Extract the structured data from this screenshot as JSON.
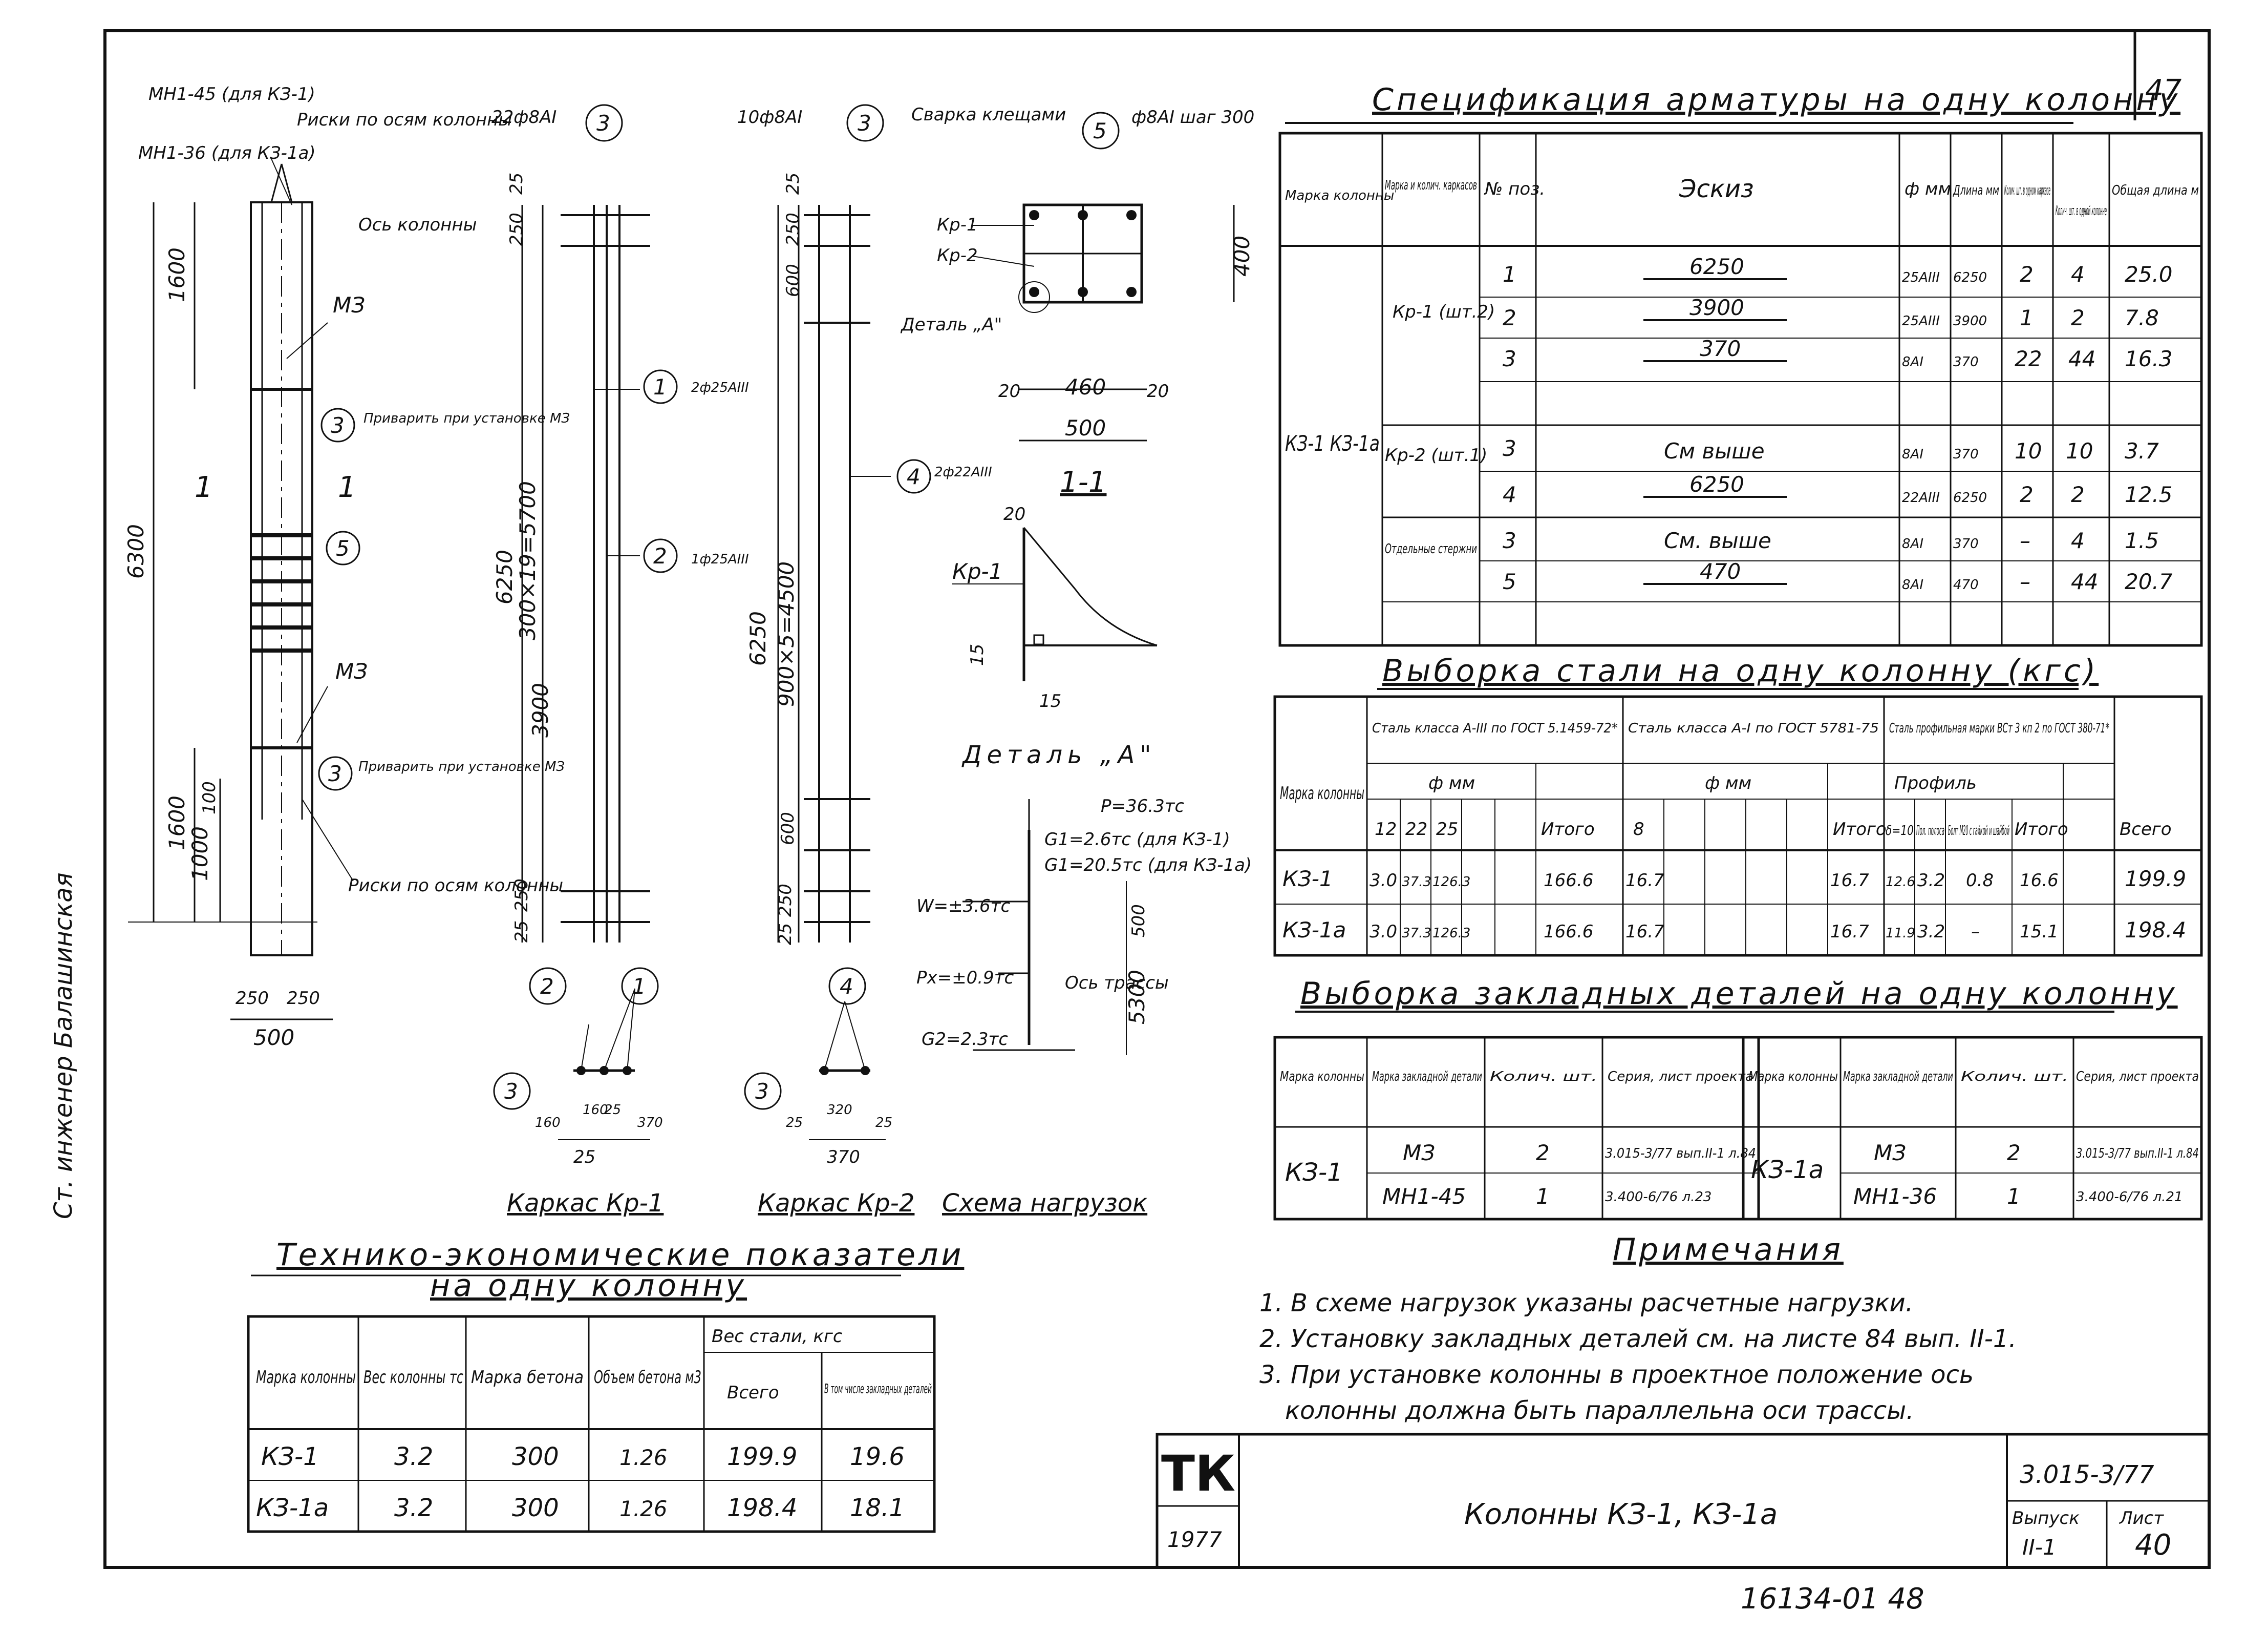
{
  "sheet_number": "47",
  "spec_table": {
    "title": "Спецификация арматуры на одну колонну",
    "headers": [
      "Марка колонны",
      "Марка и колич. каркасов",
      "№ поз.",
      "Эскиз",
      "ф мм",
      "Длина мм",
      "Колич. шт. в одном каркасе",
      "Колич. шт. в одной колонне",
      "Общая длина м"
    ],
    "column_mark": "КЗ-1 КЗ-1а",
    "rows": [
      {
        "group": "Кр-1 (шт.2)",
        "pos": "1",
        "sketch": "6250",
        "dia": "25АIII",
        "len": "6250",
        "n1": "2",
        "n2": "4",
        "total": "25.0"
      },
      {
        "group": "",
        "pos": "2",
        "sketch": "3900",
        "dia": "25АIII",
        "len": "3900",
        "n1": "1",
        "n2": "2",
        "total": "7.8"
      },
      {
        "group": "",
        "pos": "3",
        "sketch": "370",
        "dia": "8АI",
        "len": "370",
        "n1": "22",
        "n2": "44",
        "total": "16.3"
      },
      {
        "group": "Кр-2 (шт.1)",
        "pos": "3",
        "sketch": "См выше",
        "dia": "8АI",
        "len": "370",
        "n1": "10",
        "n2": "10",
        "total": "3.7"
      },
      {
        "group": "",
        "pos": "4",
        "sketch": "6250",
        "dia": "22АIII",
        "len": "6250",
        "n1": "2",
        "n2": "2",
        "total": "12.5"
      },
      {
        "group": "Отдельные стержни",
        "pos": "3",
        "sketch": "См. выше",
        "dia": "8АI",
        "len": "370",
        "n1": "–",
        "n2": "4",
        "total": "1.5"
      },
      {
        "group": "",
        "pos": "5",
        "sketch": "470",
        "dia": "8АI",
        "len": "470",
        "n1": "–",
        "n2": "44",
        "total": "20.7"
      }
    ]
  },
  "steel_table": {
    "title": "Выборка стали на одну колонну (кгс)",
    "mark_header": "Марка колонны",
    "group_a": "Сталь класса А-III по ГОСТ 5.1459-72*",
    "group_b": "Сталь класса А-I по ГОСТ 5781-75",
    "group_c": "Сталь профильная марки ВСт 3 кп 2 по ГОСТ 380-71*",
    "dia_label": "ф мм",
    "dia_label_b": "ф мм",
    "profile_label": "Профиль",
    "a_cols": [
      "12",
      "22",
      "25"
    ],
    "b_cols": [
      "8"
    ],
    "c_cols": [
      "δ=10",
      "Пол. полоса",
      "Болт М20 с гайкой и шайбой"
    ],
    "itogo": "Итого",
    "vsego": "Всего",
    "rows": [
      {
        "mark": "КЗ-1",
        "a": [
          "3.0",
          "37.3",
          "126.3"
        ],
        "a_total": "166.6",
        "b": [
          "16.7"
        ],
        "b_total": "16.7",
        "c": [
          "12.6",
          "3.2",
          "0.8"
        ],
        "c_total": "16.6",
        "total": "199.9"
      },
      {
        "mark": "КЗ-1а",
        "a": [
          "3.0",
          "37.3",
          "126.3"
        ],
        "a_total": "166.6",
        "b": [
          "16.7"
        ],
        "b_total": "16.7",
        "c": [
          "11.9",
          "3.2",
          "–"
        ],
        "c_total": "15.1",
        "total": "198.4"
      }
    ]
  },
  "embedded_table": {
    "title": "Выборка закладных деталей на одну колонну",
    "headers": [
      "Марка колонны",
      "Марка закладной детали",
      "Колич. шт.",
      "Серия, лист проекта"
    ],
    "left": {
      "mark": "КЗ-1",
      "rows": [
        {
          "detail": "МЗ",
          "qty": "2",
          "series": "3.015-3/77 вып.II-1 л.84"
        },
        {
          "detail": "МН1-45",
          "qty": "1",
          "series": "3.400-6/76 л.23"
        }
      ]
    },
    "right": {
      "mark": "КЗ-1а",
      "rows": [
        {
          "detail": "МЗ",
          "qty": "2",
          "series": "3.015-3/77 вып.II-1 л.84"
        },
        {
          "detail": "МН1-36",
          "qty": "1",
          "series": "3.400-6/76 л.21"
        }
      ]
    }
  },
  "notes": {
    "title": "Примечания",
    "items": [
      "1. В схеме нагрузок указаны расчетные нагрузки.",
      "2. Установку закладных деталей см. на листе 84 вып. II-1.",
      "3. При установке колонны в проектное положение ось",
      "колонны должна быть параллельна оси трассы."
    ]
  },
  "tech_table": {
    "title1": "Технико-экономические показатели",
    "title2": "на одну колонну",
    "headers": [
      "Марка колонны",
      "Вес колонны тс",
      "Марка бетона",
      "Объем бетона м3",
      "Вес стали, кгс",
      "Всего",
      "В том числе закладных деталей"
    ],
    "rows": [
      {
        "mark": "КЗ-1",
        "weight": "3.2",
        "grade": "300",
        "vol": "1.26",
        "steel": "199.9",
        "embedded": "19.6"
      },
      {
        "mark": "КЗ-1а",
        "weight": "3.2",
        "grade": "300",
        "vol": "1.26",
        "steel": "198.4",
        "embedded": "18.1"
      }
    ]
  },
  "title_block": {
    "logo": "ТК",
    "year": "1977",
    "name": "Колонны КЗ-1, КЗ-1а",
    "series": "3.015-3/77",
    "issue_label": "Выпуск",
    "issue": "II-1",
    "sheet_label": "Лист",
    "sheet": "40"
  },
  "footer_number": "16134-01 48",
  "side_stamp": "Ст. инженер Балашинская",
  "drawings": {
    "column": {
      "labels": [
        "МН1-45 (для КЗ-1)",
        "МН1-36 (для КЗ-1а)",
        "Риски по осям колонны",
        "Ось колонны",
        "МЗ",
        "Приварить при установке МЗ",
        "МЗ",
        "Приварить при установке МЗ",
        "Риски по осям колонны"
      ],
      "dims": [
        "1600",
        "6300",
        "1600",
        "1000",
        "100",
        "250",
        "250",
        "500"
      ],
      "section": "1",
      "callouts": [
        "3",
        "5",
        "3"
      ]
    },
    "cage1": {
      "title": "Каркас Кр-1",
      "top_label": "22ф8АI",
      "callout_top": "3",
      "dims": [
        "25",
        "250",
        "6250",
        "300×19=5700",
        "3900",
        "250",
        "25",
        "25",
        "160",
        "160",
        "25",
        "370"
      ],
      "bars": [
        "2ф25АIII",
        "1ф25АIII"
      ],
      "callouts": [
        "1",
        "2",
        "1",
        "2",
        "3"
      ]
    },
    "cage2": {
      "title": "Каркас Кр-2",
      "top_label": "10ф8АI",
      "callout_top": "3",
      "dims": [
        "25",
        "250",
        "600",
        "6250",
        "900×5=4500",
        "600",
        "250",
        "25",
        "25",
        "320",
        "25",
        "370"
      ],
      "bars": [
        "2ф22АIII"
      ],
      "callouts": [
        "4",
        "4",
        "3"
      ]
    },
    "section": {
      "weld_label": "Сварка клещами",
      "callout": "5",
      "stirrup": "ф8АI шаг 300",
      "labels": [
        "Кр-1",
        "Кр-2",
        "Деталь „А\""
      ],
      "dims": [
        "400",
        "20",
        "460",
        "20",
        "500"
      ],
      "section_title": "1-1"
    },
    "detail": {
      "label": "Кр-1",
      "dims": [
        "20",
        "15",
        "15"
      ],
      "title": "Деталь „А\""
    },
    "loads": {
      "title": "Схема нагрузок",
      "labels": [
        "P=36.3тс",
        "G1=2.6тс (для КЗ-1)",
        "G1=20.5тс (для КЗ-1а)",
        "W=±3.6тс",
        "Px=±0.9тс",
        "G2=2.3тс",
        "Ось трассы"
      ],
      "dims": [
        "500",
        "5300"
      ]
    }
  }
}
